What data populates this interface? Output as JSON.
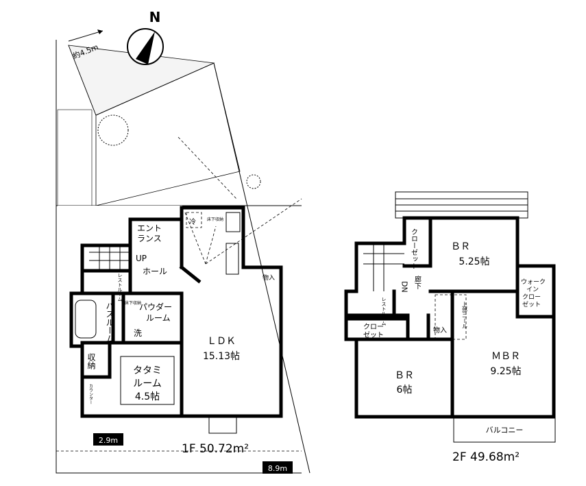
{
  "compass": {
    "label": "N"
  },
  "site": {
    "road_width": "約4.5m",
    "dim_left": "2.9m",
    "dim_bottom": "8.9m"
  },
  "floor1": {
    "title": "1F  50.72m²",
    "rooms": {
      "entrance": [
        "エント",
        "ランス"
      ],
      "up": "UP",
      "hall": "ホール",
      "toilet": "レストルーム",
      "bath": "バスルーム",
      "powder": [
        "パウダー",
        "ルーム"
      ],
      "underfloor1": "床下収納",
      "washer": "洗",
      "storage": "収納",
      "counter": "カウンター",
      "tatami": [
        "タタミ",
        "ルーム",
        "4.5帖"
      ],
      "ldk": [
        "ＬＤＫ",
        "15.13帖"
      ],
      "fridge": "冷",
      "underfloor2": "床下収納",
      "closet": "物入"
    }
  },
  "floor2": {
    "title": "2F  49.68m²",
    "rooms": {
      "br1": [
        "ＢＲ",
        "5.25帖"
      ],
      "closet1": "クローゼット",
      "dn": "DN",
      "hallway": "廊下",
      "toilet": "レストルーム",
      "closet2": [
        "クロー",
        "ゼット"
      ],
      "storage": "物入",
      "void": "上部ニール",
      "wic": [
        "ウォーク",
        "イン",
        "クロー",
        "ゼット"
      ],
      "br2": [
        "ＢＲ",
        "6帖"
      ],
      "mbr": [
        "ＭＢＲ",
        "9.25帖"
      ],
      "balcony": "バルコニー"
    }
  }
}
